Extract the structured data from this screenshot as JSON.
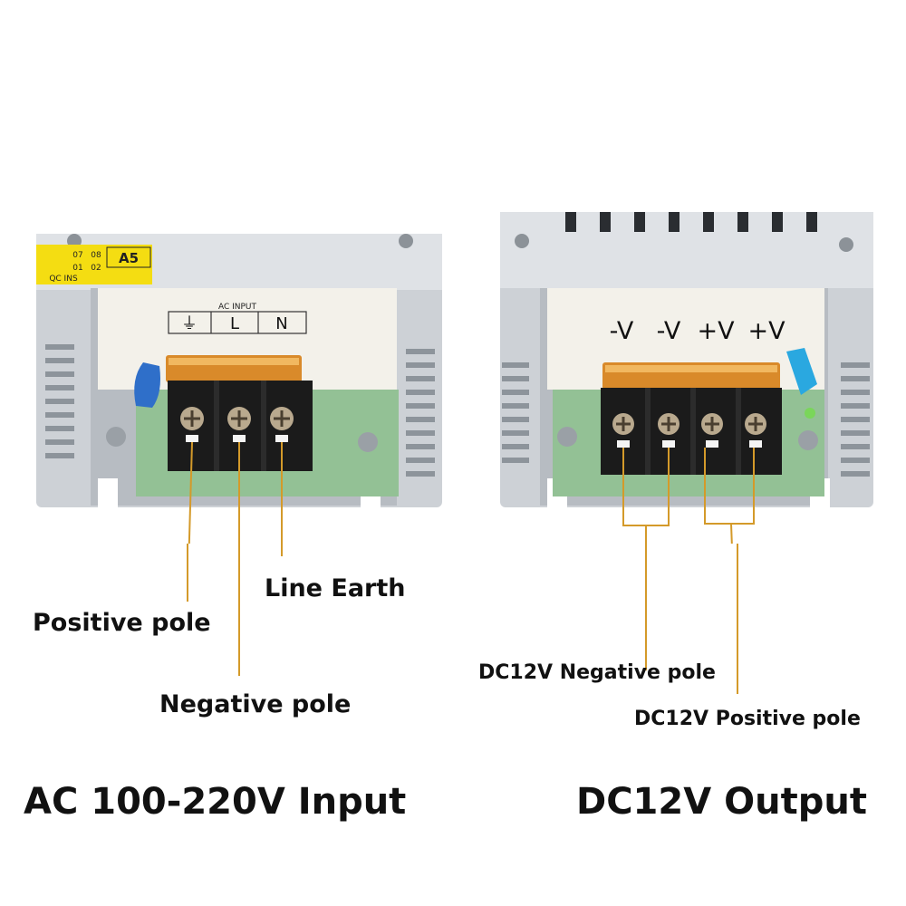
{
  "colors": {
    "background": "#ffffff",
    "housing": "#c9cdd2",
    "housing_dark": "#9ea4ab",
    "panel_label": "#f3f1ea",
    "terminal_block": "#1a1a1a",
    "copper_cover": "#d98a2a",
    "pcb": "#8fbf93",
    "leader_line": "#d49a2a",
    "text": "#111111"
  },
  "input_unit": {
    "panel_title": "AC INPUT",
    "terminals": [
      "⏚",
      "L",
      "N"
    ],
    "sticker": {
      "code": "A5",
      "grid_top": [
        "07",
        "08"
      ],
      "grid_bottom": [
        "01",
        "02"
      ],
      "qc": "QC INS"
    },
    "callouts": {
      "positive": "Positive pole",
      "negative": "Negative pole",
      "earth": "Line Earth"
    },
    "caption": "AC 100-220V Input"
  },
  "output_unit": {
    "terminals": [
      "-V",
      "-V",
      "+V",
      "+V"
    ],
    "callouts": {
      "negative": "DC12V Negative pole",
      "positive": "DC12V Positive pole"
    },
    "caption": "DC12V Output"
  }
}
